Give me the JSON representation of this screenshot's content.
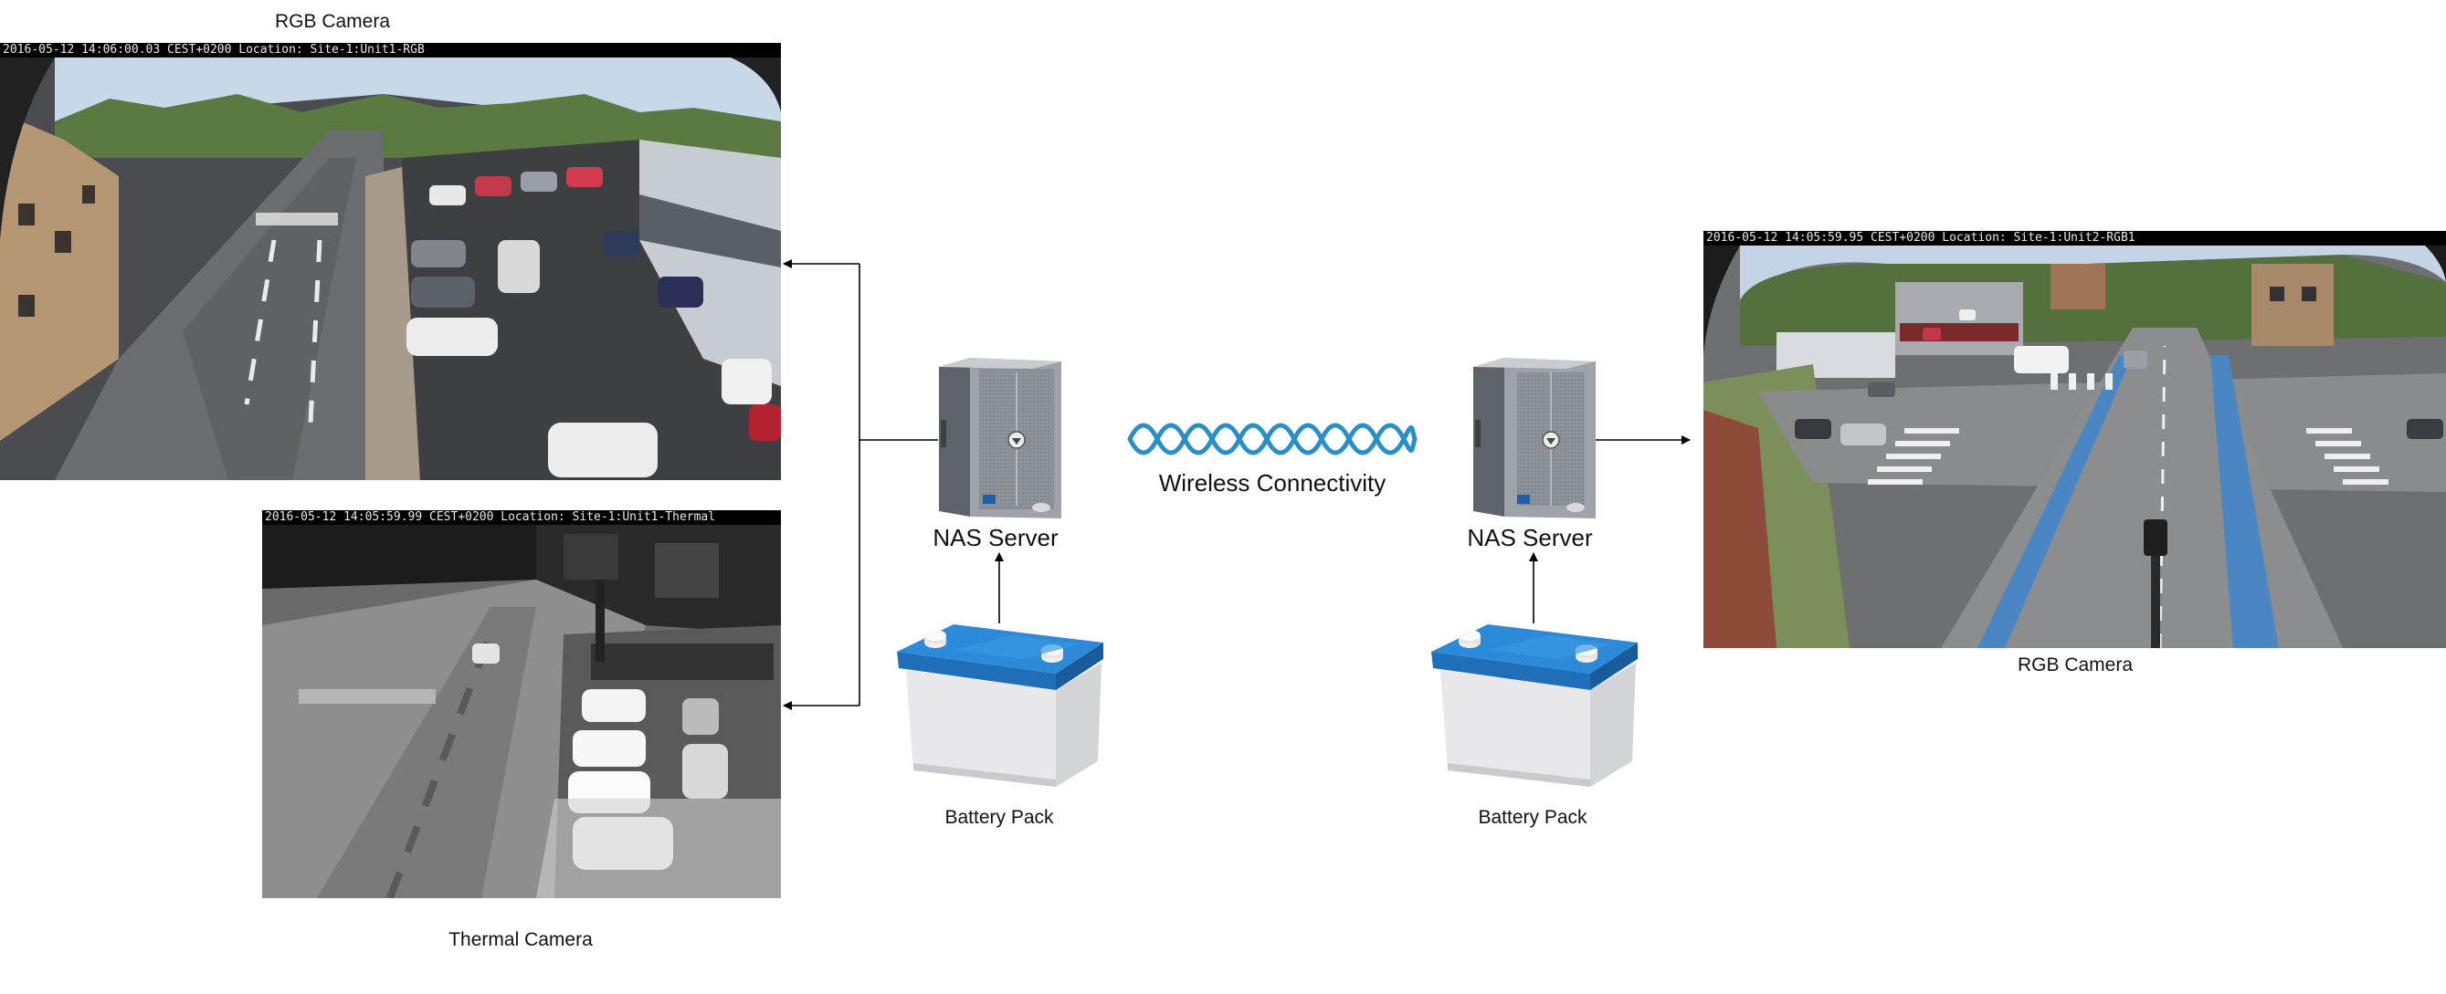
{
  "labels": {
    "rgb_camera_1": "RGB Camera",
    "thermal_camera": "Thermal Camera",
    "rgb_camera_2": "RGB Camera",
    "nas_server_1": "NAS Server",
    "nas_server_2": "NAS Server",
    "battery_pack_1": "Battery Pack",
    "battery_pack_2": "Battery Pack",
    "wireless": "Wireless Connectivity"
  },
  "cameras": {
    "rgb1_timestamp": "2016-05-12 14:06:00.03 CEST+0200 Location: Site-1:Unit1-RGB",
    "thermal_timestamp": "2016-05-12 14:05:59.99 CEST+0200 Location: Site-1:Unit1-Thermal",
    "rgb2_timestamp": "2016-05-12 14:05:59.95 CEST+0200 Location: Site-1:Unit2-RGB1"
  },
  "colors": {
    "wireless_wave": "#2a8fc8",
    "battery_top": "#2c8ad8",
    "battery_body": "#e9e9ea",
    "server_body": "#8e939a",
    "arrow": "#000000"
  }
}
